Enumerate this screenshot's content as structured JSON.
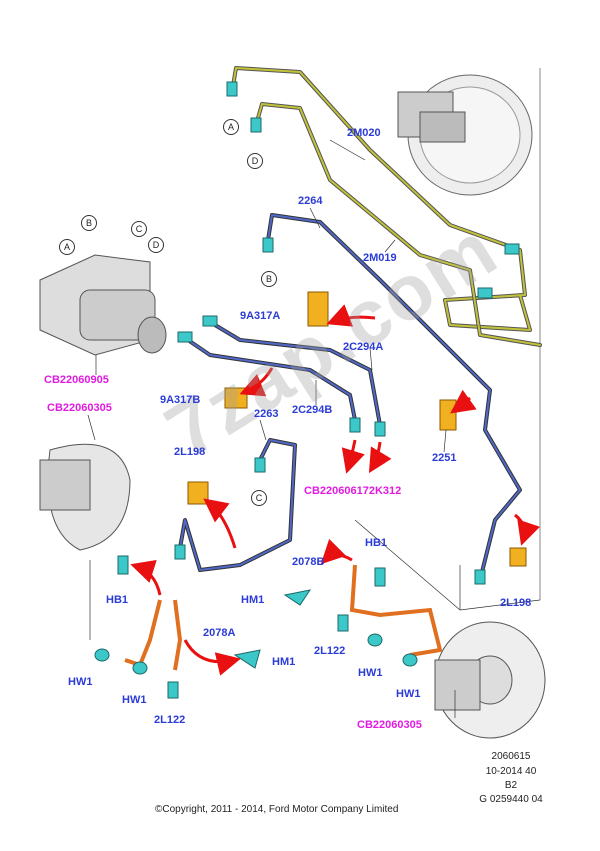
{
  "watermark": "7zap.com",
  "callouts": {
    "a_top": "A",
    "d_top": "D",
    "b_abs": "B",
    "c_abs": "C",
    "a_abs": "A",
    "d_abs": "D",
    "b_mid": "B",
    "c_mid": "C"
  },
  "labels": {
    "p2M020": "2M020",
    "p2264": "2264",
    "p2M019": "2M019",
    "p9A317A": "9A317A",
    "p2C294A": "2C294A",
    "p9A317B": "9A317B",
    "p2C294B": "2C294B",
    "p2263": "2263",
    "p2251": "2251",
    "p2L198_left": "2L198",
    "p2L198_right": "2L198",
    "pHB1_right": "HB1",
    "p2078B": "2078B",
    "pHM1_right": "HM1",
    "pHB1_left": "HB1",
    "p2078A": "2078A",
    "pHM1_left": "HM1",
    "p2L122_right": "2L122",
    "pHW1_a": "HW1",
    "pHW1_b": "HW1",
    "pHW1_c": "HW1",
    "pHW1_d": "HW1",
    "p2L122_left": "2L122"
  },
  "references": {
    "abs_module": "CB22060905",
    "front_left": "CB22060305",
    "pipes": "CB220606172K312",
    "front_right": "CB22060305"
  },
  "info": {
    "line1": "2060615",
    "line2": "10-2014 40",
    "line3": "B2",
    "line4": "G 0259440 04"
  },
  "copyright": "©Copyright, 2011 - 2014, Ford Motor Company Limited",
  "colors": {
    "part_label": "#2b3bd6",
    "reference_label": "#e01be0",
    "yellow_pipe": "#c2c23a",
    "blue_pipe": "#5068c8",
    "hose": "#e07020",
    "arrow": "#e81010",
    "fitting": "#3cc8c8",
    "clip": "#f0b020"
  }
}
